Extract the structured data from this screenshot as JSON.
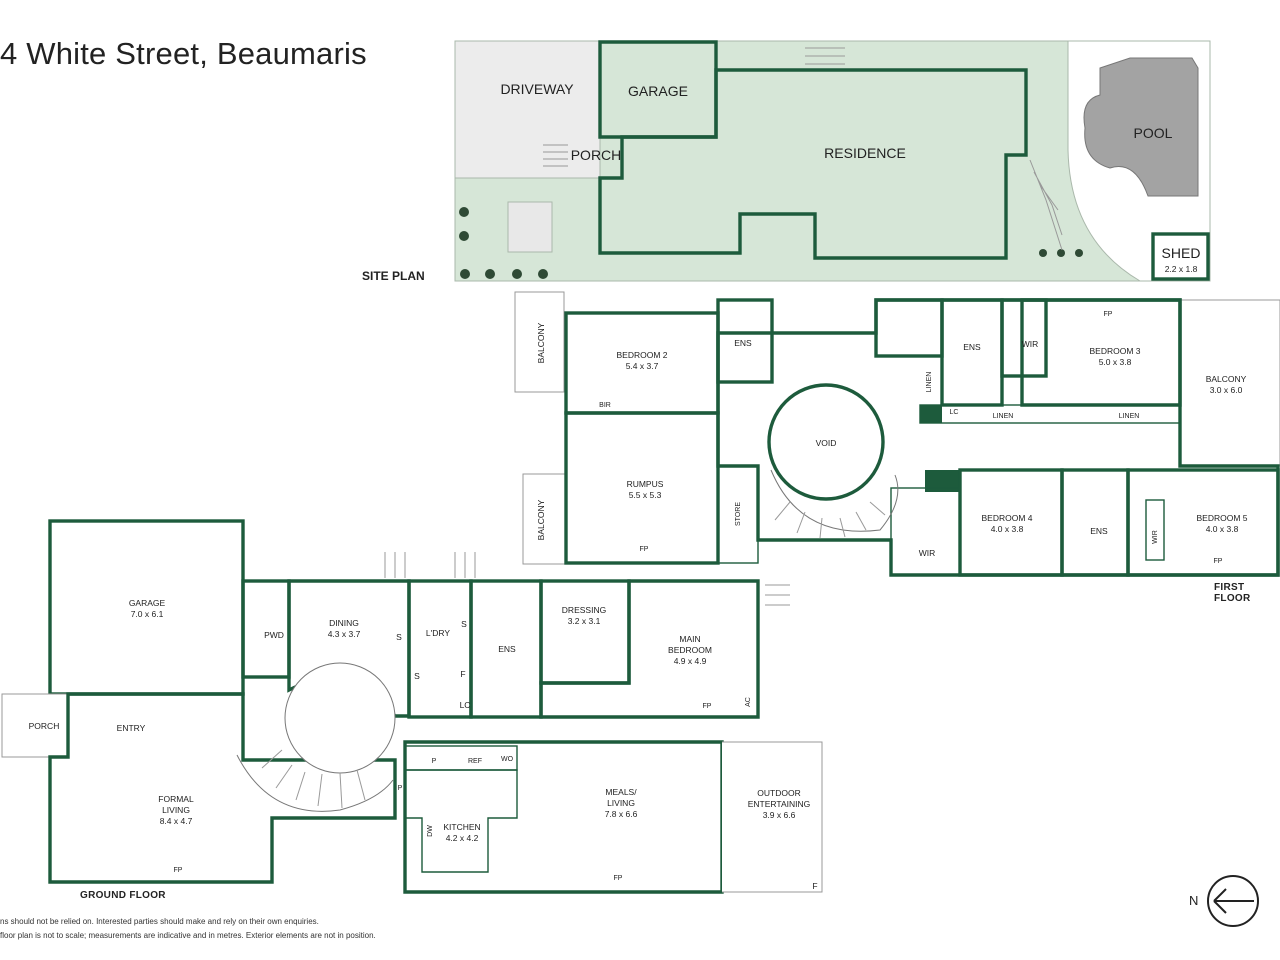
{
  "title": "4 White Street, Beaumaris",
  "disclaimer": [
    "ns should not be relied on. Interested parties should make and rely on their own enquiries.",
    "floor plan is not to scale; measurements are indicative and in metres. Exterior elements are not in position."
  ],
  "labels": {
    "site_plan": "SITE PLAN",
    "ground_floor": "GROUND FLOOR",
    "first_floor": "FIRST FLOOR",
    "north": "N"
  },
  "site": {
    "driveway": "DRIVEWAY",
    "garage": "GARAGE",
    "porch": "PORCH",
    "residence": "RESIDENCE",
    "pool": "POOL",
    "shed": "SHED",
    "shed_dim": "2.2 x 1.8"
  },
  "first_floor": {
    "balcony_a": "BALCONY",
    "balcony_b": "BALCONY",
    "bedroom2": "BEDROOM 2",
    "bedroom2_dim": "5.4 x 3.7",
    "bir": "BIR",
    "ens_a": "ENS",
    "ens_b": "ENS",
    "ens_c": "ENS",
    "wir_a": "WIR",
    "wir_b": "WIR",
    "wir_c": "WIR",
    "bedroom3": "BEDROOM 3",
    "bedroom3_dim": "5.0 x 3.8",
    "balcony_c": "BALCONY",
    "balcony_c_dim": "3.0 x 6.0",
    "linen_v": "LINEN",
    "lc": "LC",
    "linen_a": "LINEN",
    "linen_b": "LINEN",
    "void": "VOID",
    "rumpus": "RUMPUS",
    "rumpus_dim": "5.5 x 5.3",
    "store": "STORE",
    "fp_rumpus": "FP",
    "bedroom4": "BEDROOM 4",
    "bedroom4_dim": "4.0 x 3.8",
    "bedroom5": "BEDROOM 5",
    "bedroom5_dim": "4.0 x 3.8",
    "fp_b3": "FP",
    "fp_b5": "FP"
  },
  "ground_floor": {
    "garage": "GARAGE",
    "garage_dim": "7.0 x 6.1",
    "pwd": "PWD",
    "dining": "DINING",
    "dining_dim": "4.3 x 3.7",
    "s1": "S",
    "s2": "S",
    "s3": "S",
    "ldry": "L'DRY",
    "f": "F",
    "lc": "LC",
    "ens": "ENS",
    "dressing": "DRESSING",
    "dressing_dim": "3.2 x 3.1",
    "main_bedroom_a": "MAIN",
    "main_bedroom_b": "BEDROOM",
    "main_bedroom_dim": "4.9 x 4.9",
    "fp_main": "FP",
    "ac": "AC",
    "porch": "PORCH",
    "entry": "ENTRY",
    "formal_living_a": "FORMAL",
    "formal_living_b": "LIVING",
    "formal_living_dim": "8.4 x 4.7",
    "fp_formal": "FP",
    "p1": "P",
    "p2": "P",
    "ref": "REF",
    "wo": "WO",
    "kitchen": "KITCHEN",
    "kitchen_dim": "4.2 x 4.2",
    "dw": "DW",
    "meals_a": "MEALS/",
    "meals_b": "LIVING",
    "meals_dim": "7.8 x 6.6",
    "fp_meals": "FP",
    "outdoor_a": "OUTDOOR",
    "outdoor_b": "ENTERTAINING",
    "outdoor_dim": "3.9 x 6.6",
    "f_outdoor": "F"
  }
}
